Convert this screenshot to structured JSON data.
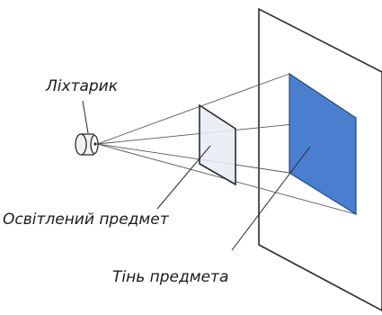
{
  "labels": {
    "flashlight": "Ліхтарик",
    "illuminated_object": "Освітлений предмет",
    "shadow": "Тінь предмета"
  },
  "colors": {
    "line": "#2a2a2a",
    "ray": "#555555",
    "shadow_fill": "#4a7fd0",
    "object_fill": "#e6ecf5"
  }
}
